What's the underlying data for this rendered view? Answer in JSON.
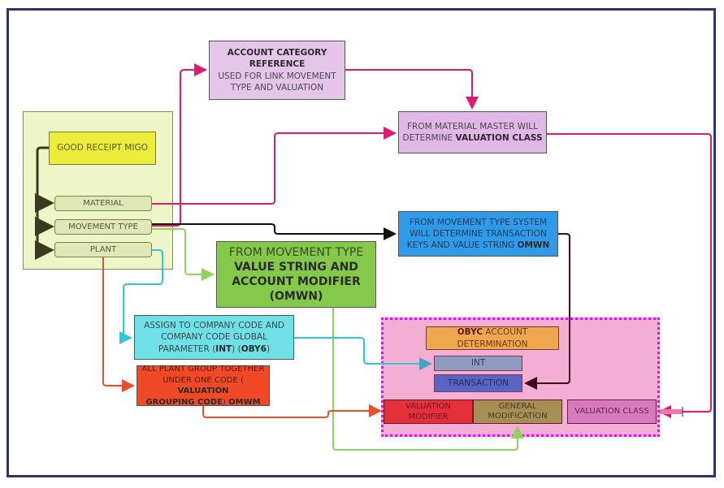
{
  "colors": {
    "frame": "#2d3666",
    "magenta_wire": "#e0186f",
    "black_wire": "#111111",
    "green_wire": "#8dd35f",
    "cyan_wire": "#2fc8d8",
    "orange_wire": "#e8502a",
    "maroon_wire": "#3d0a1e"
  },
  "left_group": {
    "good_receipt": "GOOD RECEIPT MIGO",
    "material": "MATERIAL",
    "movement_type": "MOVEMENT TYPE",
    "plant": "PLANT"
  },
  "account_category": {
    "title_line1": "ACCOUNT CATEGORY",
    "title_line2": "REFERENCE",
    "line3": "USED FOR LINK MOVEMENT",
    "line4": "TYPE AND VALUATION"
  },
  "material_master": {
    "line1": "FROM MATERIAL MASTER WILL",
    "line2_plain": "DETERMINE ",
    "line2_bold": "VALUATION CLASS"
  },
  "movement_system": {
    "line1": "FROM MOVEMENT TYPE SYSTEM",
    "line2": "WILL DETERMINE TRANSACTION",
    "line3_plain": "KEYS AND VALUE STRING ",
    "line3_bold": "OMWN"
  },
  "value_string": {
    "line1": "FROM MOVEMENT TYPE",
    "line2": "VALUE STRING AND",
    "line3": "ACCOUNT MODIFIER",
    "line4": "(OMWN)"
  },
  "company_code": {
    "line1": "ASSIGN TO COMPANY CODE AND",
    "line2": "COMPANY CODE GLOBAL",
    "line3_a": "PARAMETER (",
    "line3_b": "INT",
    "line3_c": ") (",
    "line3_d": "OBY6",
    "line3_e": ")"
  },
  "plant_group": {
    "line1": "ALL PLANT GROUP TOGETHER",
    "line2_plain": "UNDER ONE CODE ( ",
    "line2_bold": "VALUATION",
    "line3_bold": "GROUPING CODE",
    "line3_plain": ") ",
    "line3_bold2": "OMWM"
  },
  "obyc_group": {
    "obyc_bold": "OBYC",
    "obyc_plain": " ACCOUNT DETERMINATION",
    "int": "INT",
    "transaction": "TRANSACTION",
    "valuation_modifier": "VALUATION MODIFIER",
    "general_modification_1": "GENERAL",
    "general_modification_2": "MODIFICATION",
    "valuation_class": "VALUATION CLASS"
  }
}
